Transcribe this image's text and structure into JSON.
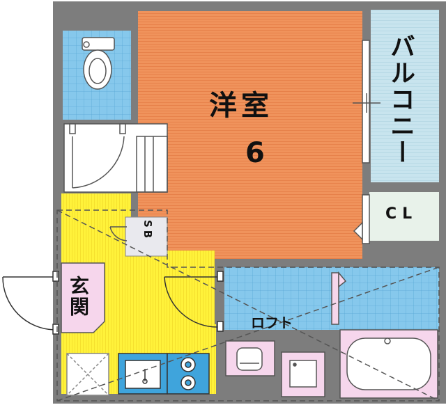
{
  "rooms": {
    "western_room": "洋室",
    "western_room_size": "6",
    "balcony": "バルコニー",
    "closet": "CL",
    "storage": "SB",
    "entrance": "玄関",
    "loft": "ロフト"
  },
  "colors": {
    "wall": "#7d7d7d",
    "western_room_floor": "#f0935c",
    "bath_tile": "#86c8ec",
    "entrance_floor": "#fff23a",
    "balcony": "#c8e4ee",
    "closet": "#e8f2ea",
    "fixture_fill": "#f6d6ec",
    "kitchen_fill": "#3fa4dc"
  },
  "icons": [
    "toilet-icon",
    "bathtub-icon",
    "kitchen-sink-icon",
    "stove-icon",
    "washbasin-icon",
    "washer-icon",
    "fridge-space-icon",
    "ladder-icon",
    "door-swing-icon"
  ]
}
